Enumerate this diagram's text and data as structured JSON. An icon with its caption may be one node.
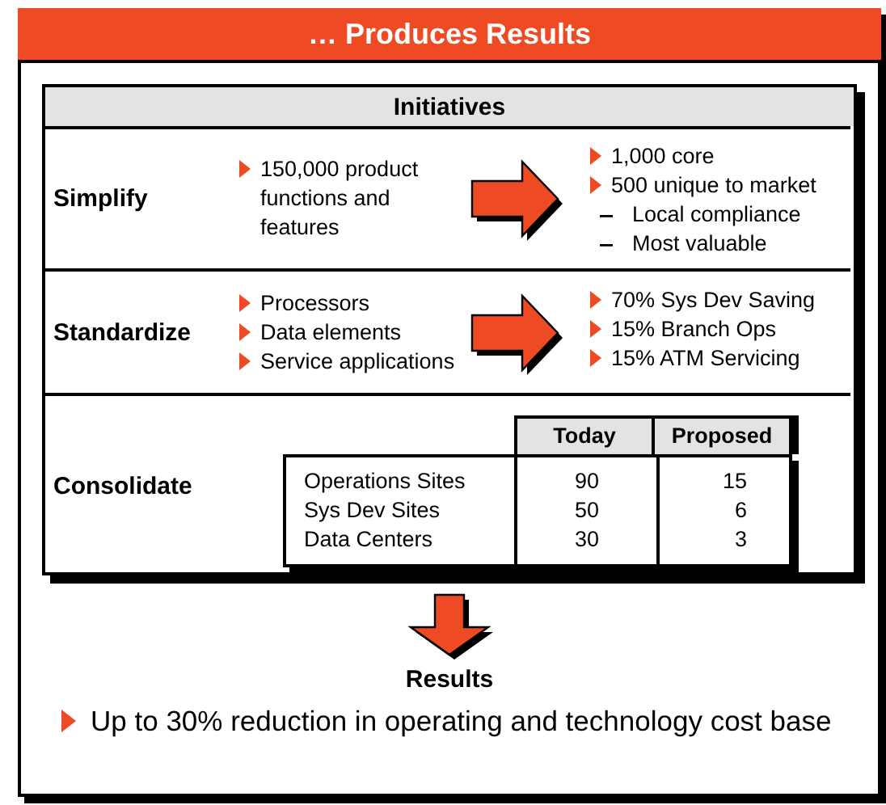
{
  "diagram": {
    "title": "… Produces Results",
    "nodes": [
      {
        "text": [
          "Initiatives"
        ]
      },
      {
        "text": [
          "Simplify"
        ],
        "in": 0
      },
      {
        "text": [
          "150,000 product functions and features"
        ],
        "in": 1
      },
      {
        "text": [
          "1,000 core",
          "500 unique to market",
          "Local compliance",
          "Most valuable"
        ],
        "in": 1
      },
      {
        "text": [
          "Standardize"
        ],
        "in": 0
      },
      {
        "text": [
          "Processors",
          "Data elements",
          "Service applications"
        ],
        "in": 4
      },
      {
        "text": [
          "70% Sys Dev Saving",
          "15% Branch Ops",
          "15% ATM Servicing"
        ],
        "in": 4
      },
      {
        "text": [
          "Consolidate"
        ],
        "in": 0
      },
      {
        "text": [
          "Results",
          "Up to 30% reduction in operating and technology cost base"
        ]
      }
    ],
    "edges": [
      {
        "from": 2,
        "to": 3,
        "arrow": "to"
      },
      {
        "from": 5,
        "to": 6,
        "arrow": "to"
      },
      {
        "from": 0,
        "to": 8,
        "arrow": "to"
      }
    ],
    "labels": [
      "Today",
      "Proposed",
      "Operations Sites",
      "90",
      "15",
      "Sys Dev Sites",
      "50",
      "6",
      "Data Centers",
      "30",
      "3"
    ]
  }
}
